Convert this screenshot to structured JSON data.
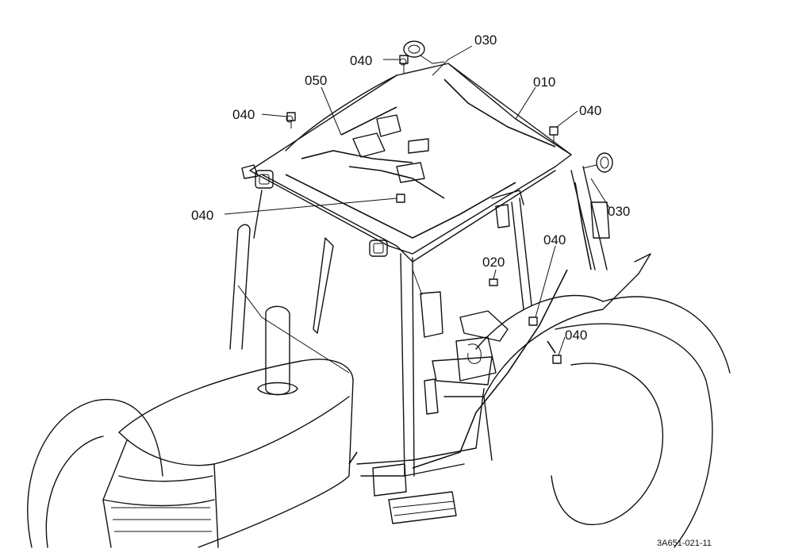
{
  "callouts": {
    "c030_top": "030",
    "c040_top": "040",
    "c050": "050",
    "c010": "010",
    "c040_left": "040",
    "c040_right_top": "040",
    "c030_right": "030",
    "c040_mid": "040",
    "c040_pillar": "040",
    "c020": "020",
    "c040_lower_right": "040"
  },
  "reference_code": "3A651-021-11"
}
